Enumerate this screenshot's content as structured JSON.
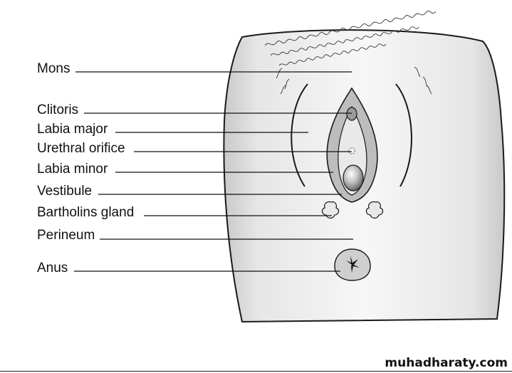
{
  "labels": {
    "mons": "Mons",
    "clitoris": "Clitoris",
    "labia_major": "Labia major",
    "urethral_orifice": "Urethral orifice",
    "labia_minor": "Labia minor",
    "vestibule": "Vestibule",
    "bartholins_gland": "Bartholins gland",
    "perineum": "Perineum",
    "anus": "Anus"
  },
  "watermark": "muhadharaty.com",
  "colors": {
    "skin_light": "#f4f4f4",
    "skin_shade": "#d6d6d6",
    "tissue": "#b8b8b8",
    "line": "#111111"
  }
}
